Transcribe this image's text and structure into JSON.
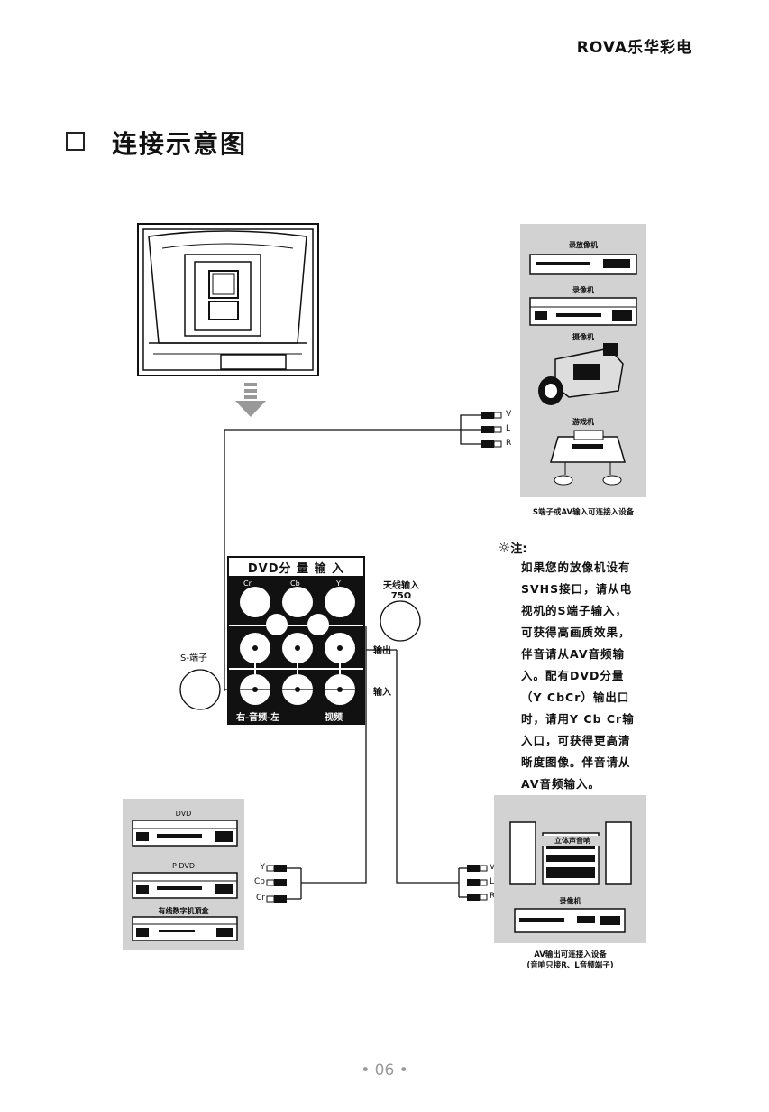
{
  "brand": "ROVA乐华彩电",
  "section_title": "连接示意图",
  "top_right_devices": {
    "labels": [
      "录放像机",
      "录像机",
      "摄像机",
      "游戏机"
    ],
    "caption": "S端子或AV输入可连接入设备"
  },
  "rca_labels_top": [
    "V",
    "L",
    "R"
  ],
  "panel": {
    "header": "DVD分 量 输 入",
    "jacks_top": [
      "Cr",
      "Cb",
      "Y"
    ],
    "bottom_labels": [
      "右-音频-左",
      "视频"
    ],
    "antenna_label": "天线输入",
    "antenna_ohm": "75Ω",
    "output_label": "输出",
    "input_label": "输入",
    "s_terminal_label": "S-端子"
  },
  "note": {
    "title": "注:",
    "lines": [
      "如果您的放像机设有",
      "SVHS接口，请从电",
      "视机的S端子输入，",
      "可获得高画质效果，",
      "伴音请从AV音频输",
      "入。配有DVD分量",
      "（Y CbCr）输出口",
      "时，请用Y Cb Cr输",
      "入口，可获得更高清",
      "晰度图像。伴音请从",
      "AV音频输入。"
    ]
  },
  "bottom_left_devices": {
    "labels": [
      "DVD",
      "P DVD",
      "有线数字机顶盒"
    ],
    "rca_labels": [
      "Y",
      "Cb",
      "Cr"
    ]
  },
  "bottom_right_devices": {
    "labels": [
      "立体声音响",
      "录像机"
    ],
    "rca_labels": [
      "V",
      "L",
      "R"
    ],
    "caption_line1": "AV输出可连接入设备",
    "caption_line2": "(音响只接R、L音频端子)"
  },
  "page_number": "• 06 •"
}
